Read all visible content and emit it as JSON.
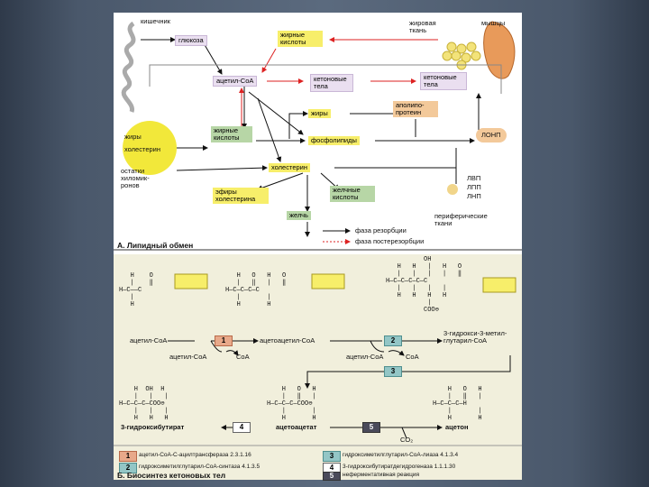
{
  "panelA": {
    "caption": "А. Липидный обмен",
    "labels": {
      "intestine": "кишечник",
      "glucose": "глюкоза",
      "fatty_acids_top": "жирные кислоты",
      "adipose": "жировая ткань",
      "muscle": "мышцы",
      "acetyl_coa": "ацетил-СоА",
      "ketone_bodies_1": "кетоновые тела",
      "ketone_bodies_2": "кетоновые тела",
      "fats_left": "жиры",
      "cholesterol_left": "холестерин",
      "fatty_acids_mid": "жирные кислоты",
      "fats_mid": "жиры",
      "apolipoprotein": "аполипо-протеин",
      "phospholipids": "фосфолипиды",
      "vlpd": "ЛОНП",
      "chylomicron_remnants": "остатки хиломик-ронов",
      "cholesterol_mid": "холестерин",
      "cholesterol_esters": "эфиры холестерина",
      "bile_acids": "желчные кислоты",
      "hdl": "ЛВП",
      "idl": "ЛПП",
      "ldl": "ЛНП",
      "peripheral": "периферические ткани",
      "bile": "желчь"
    },
    "legend": {
      "resorption": "фаза резорбции",
      "postresorption": "фаза постерезорбции"
    }
  },
  "panelB": {
    "caption": "Б. Биосинтез кетоновых тел",
    "steps": {
      "acetyl_coa_in": "ацетил-СоА",
      "acetoacetyl_coa": "ацетоацетил-СоА",
      "acetyl_coa_2": "ацетил-СоА",
      "coa_1": "СоА",
      "hmg_coa": "3-гидрокси-3-метил-глутарил-СоА",
      "acetyl_coa_3": "ацетил-СоА",
      "coa_2": "СоА",
      "hydroxybutyrate": "3-гидроксибутират",
      "acetoacetate": "ацетоацетат",
      "acetone": "ацетон",
      "co2": "CO₂"
    },
    "enzymes": [
      {
        "num": "1",
        "text": "ацетил-СоА-С-ацилтрансфераза 2.3.1.16"
      },
      {
        "num": "2",
        "text": "гидроксиметилглутарил-СоА-синтаза 4.1.3.5"
      },
      {
        "num": "3",
        "text": "гидроксиметилглутарил-СоА-лиаза 4.1.3.4"
      },
      {
        "num": "4",
        "text": "3-гидроксибутиратдегидрогеназа 1.1.1.30"
      },
      {
        "num": "5",
        "text": "неферментативная реакция"
      }
    ]
  }
}
